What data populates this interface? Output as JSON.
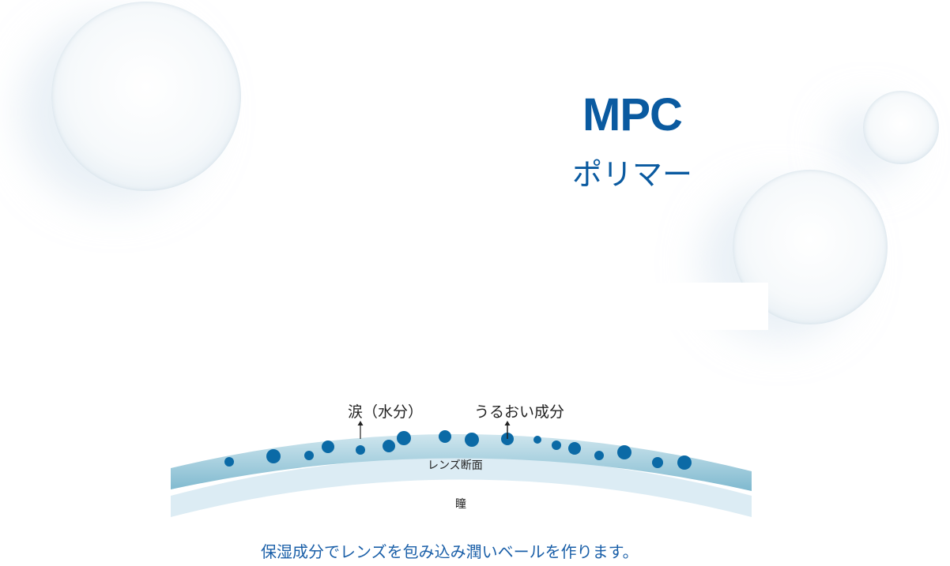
{
  "heading": {
    "line1": "MPC",
    "line2": "ポリマー"
  },
  "diagram": {
    "label_tears": "涙（水分）",
    "label_moisture": "うるおい成分",
    "label_lens": "レンズ断面",
    "label_eye": "瞳"
  },
  "caption": "保湿成分でレンズを包み込み潤いベールを作ります。",
  "colors": {
    "accent": "#0a5aa0",
    "dot": "#0b6aa6",
    "lens_band": "#a9d2e0",
    "eye_band": "#dcecf4"
  }
}
